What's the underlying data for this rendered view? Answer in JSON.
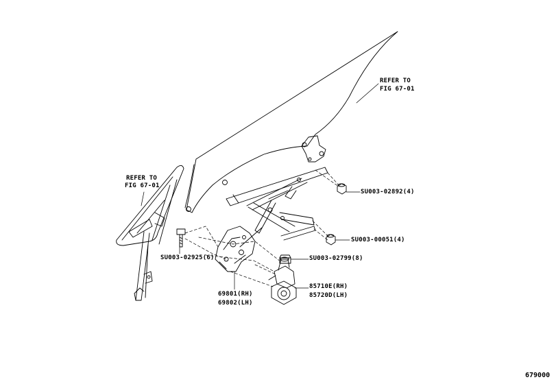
{
  "diagram": {
    "figure_number": "679000",
    "refer_top": {
      "line1": "REFER TO",
      "line2": "FIG 67-01"
    },
    "refer_left": {
      "line1": "REFER TO",
      "line2": "FIG 67-01"
    },
    "parts": {
      "nut_upper": "SU003-02892(4)",
      "nut_lower": "SU003-00051(4)",
      "bolt_right": "SU003-02799(8)",
      "bolt_left": "SU003-02925(6)",
      "regulator_rh": "69801(RH)",
      "regulator_lh": "69802(LH)",
      "motor_rh": "85710E(RH)",
      "motor_lh": "85720D(LH)"
    }
  }
}
